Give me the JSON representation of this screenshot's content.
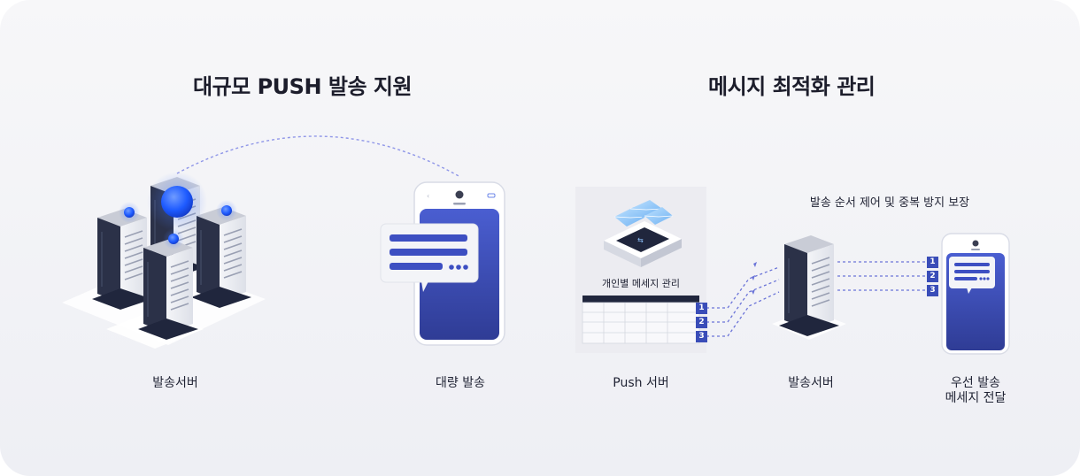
{
  "headings": {
    "left": "대규모 PUSH 발송 지원",
    "right": "메시지 최적화 관리"
  },
  "left_section": {
    "server_label": "발송서버",
    "phone_label": "대량 발송"
  },
  "right_section": {
    "push_server_label": "Push 서버",
    "panel_caption": "개인별 메세지 관리",
    "send_server_label": "발송서버",
    "order_caption": "발송 순서 제어 및 중복 방지 보장",
    "priority_label_line1": "우선 발송",
    "priority_label_line2": "메세지 전달",
    "queue_numbers": [
      "1",
      "2",
      "3"
    ],
    "receive_numbers": [
      "1",
      "2",
      "3"
    ]
  },
  "colors": {
    "accent_blue": "#3a4db8",
    "dark_navy": "#20263d",
    "orb_blue": "#1e5bff",
    "dashed_line": "#8f96e8"
  }
}
